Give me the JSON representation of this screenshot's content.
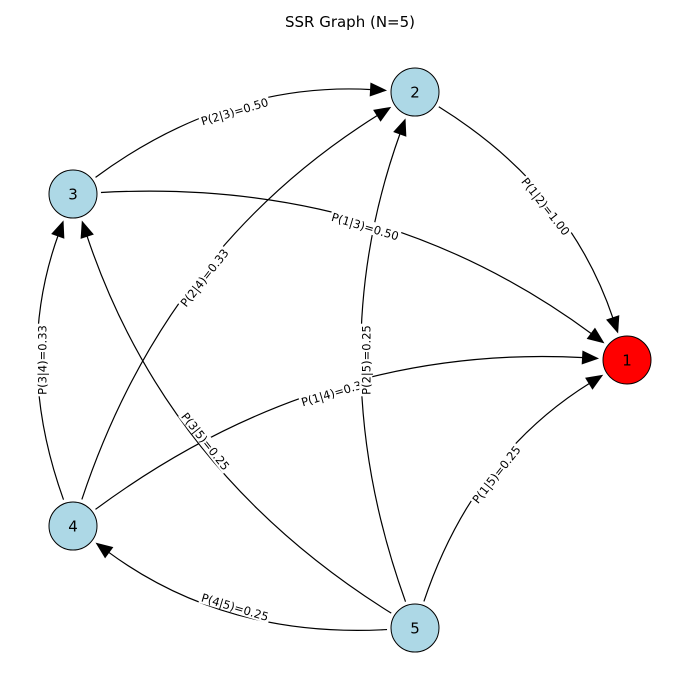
{
  "title": "SSR Graph (N=5)",
  "colors": {
    "node_default": "#add8e6",
    "node_target": "#ff0000",
    "edge": "#000000"
  },
  "nodes": [
    {
      "id": "1",
      "label": "1",
      "target": true
    },
    {
      "id": "2",
      "label": "2",
      "target": false
    },
    {
      "id": "3",
      "label": "3",
      "target": false
    },
    {
      "id": "4",
      "label": "4",
      "target": false
    },
    {
      "id": "5",
      "label": "5",
      "target": false
    }
  ],
  "edges": [
    {
      "from": "2",
      "to": "1",
      "label": "P(1|2)=1.00"
    },
    {
      "from": "3",
      "to": "2",
      "label": "P(2|3)=0.50"
    },
    {
      "from": "3",
      "to": "1",
      "label": "P(1|3)=0.50"
    },
    {
      "from": "4",
      "to": "3",
      "label": "P(3|4)=0.33"
    },
    {
      "from": "4",
      "to": "2",
      "label": "P(2|4)=0.33"
    },
    {
      "from": "4",
      "to": "1",
      "label": "P(1|4)=0.33"
    },
    {
      "from": "5",
      "to": "4",
      "label": "P(4|5)=0.25"
    },
    {
      "from": "5",
      "to": "3",
      "label": "P(3|5)=0.25"
    },
    {
      "from": "5",
      "to": "2",
      "label": "P(2|5)=0.25"
    },
    {
      "from": "5",
      "to": "1",
      "label": "P(1|5)=0.25"
    }
  ]
}
